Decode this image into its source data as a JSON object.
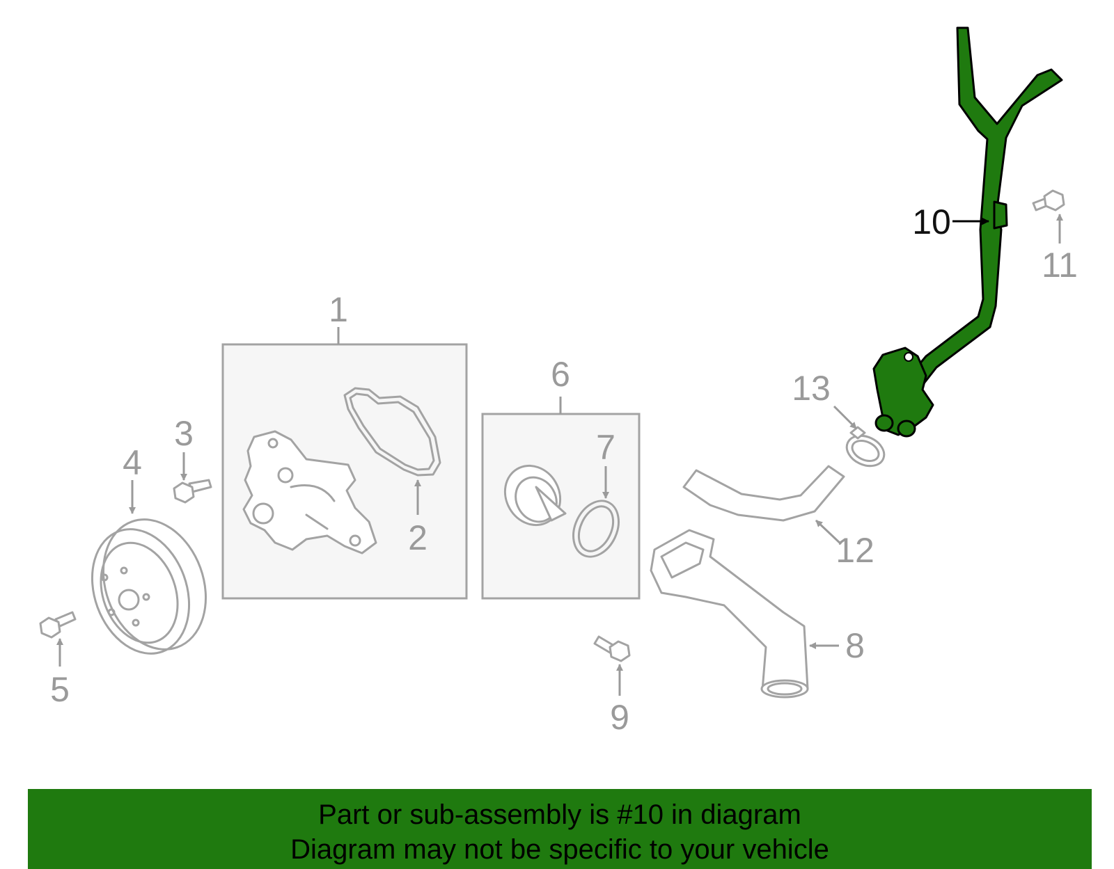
{
  "diagram": {
    "callouts": [
      "1",
      "2",
      "3",
      "4",
      "5",
      "6",
      "7",
      "8",
      "9",
      "10",
      "11",
      "12",
      "13"
    ],
    "highlighted_callout": "10",
    "colors": {
      "highlight": "#1f7a0f",
      "part_outline": "#a3a3a3",
      "callout_text": "#9a9a9a",
      "active_text": "#111111"
    }
  },
  "banner": {
    "line1": "Part or sub-assembly is #10 in diagram",
    "line2": "Diagram may not be specific to your vehicle"
  }
}
